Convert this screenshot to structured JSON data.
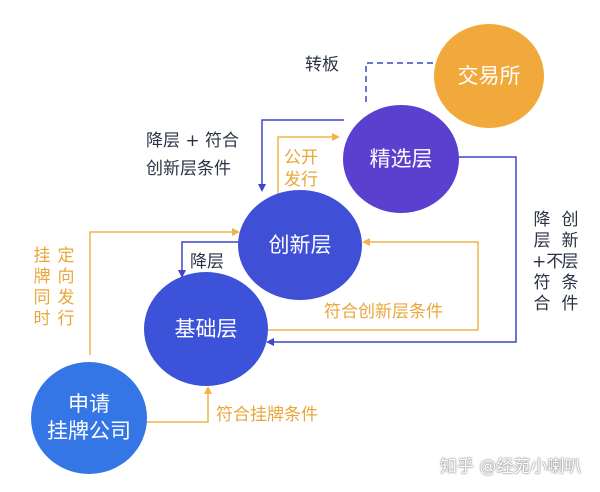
{
  "nodes": {
    "exchange": "交易所",
    "select": "精选层",
    "innovation": "创新层",
    "basic": "基础层",
    "applicant_line1": "申请",
    "applicant_line2": "挂牌公司"
  },
  "labels": {
    "transfer": "转板",
    "downgrade_or_line1": "降层 + 符合",
    "downgrade_or_line2": "创新层条件",
    "public_issue_line1": "公开",
    "public_issue_line2": "发行",
    "downgrade": "降层",
    "private_issue_col1": "挂牌同时",
    "private_issue_col2": "定向发行",
    "downgrade_not_col1": "降层+不符合",
    "downgrade_not_col2": "创新层条件",
    "meet_innovation": "符合创新层条件",
    "meet_listing": "符合挂牌条件"
  },
  "watermark": "知乎 @经苑小喇叭",
  "colors": {
    "exchange": "#f2a93b",
    "select": "#5b3fcf",
    "innovation": "#3f4fd6",
    "basic": "#3c52d8",
    "applicant": "#3576e6",
    "orange_line": "#f0b44c",
    "blue_line": "#3b46c9",
    "dashed_line": "#3b46c9",
    "text_dark": "#2a3244"
  }
}
